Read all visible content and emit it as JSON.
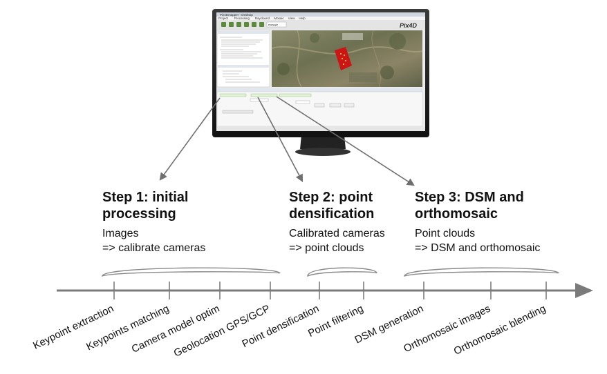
{
  "software": {
    "brand": "Pix4D",
    "window_title": "Pix4Dmapper - Desktop",
    "menu": [
      "Project",
      "Processing",
      "Rayclound",
      "Mosaic",
      "View",
      "Help"
    ],
    "combo_value": "mosaic"
  },
  "steps": [
    {
      "title_line1": "Step 1: initial",
      "title_line2": "processing",
      "desc_line1": "Images",
      "desc_line2": "=> calibrate cameras"
    },
    {
      "title_line1": "Step 2: point",
      "title_line2": "densification",
      "desc_line1": "Calibrated cameras",
      "desc_line2": "=> point clouds"
    },
    {
      "title_line1": "Step 3: DSM and",
      "title_line2": "orthomosaic",
      "desc_line1": "Point clouds",
      "desc_line2": "=> DSM and orthomosaic"
    }
  ],
  "timeline": {
    "items": [
      "Keypoint extraction",
      "Keypoints matching",
      "Camera model optim",
      "Geolocation GPS/GCP",
      "Point densification",
      "Point filtering",
      "DSM generation",
      "Orthomosaic images",
      "Orthomosaic blending"
    ]
  },
  "colors": {
    "arrow": "#6f6f6f",
    "axis": "#7b7b7b",
    "monitor_body": "#222222",
    "map_red": "#cc1616"
  }
}
